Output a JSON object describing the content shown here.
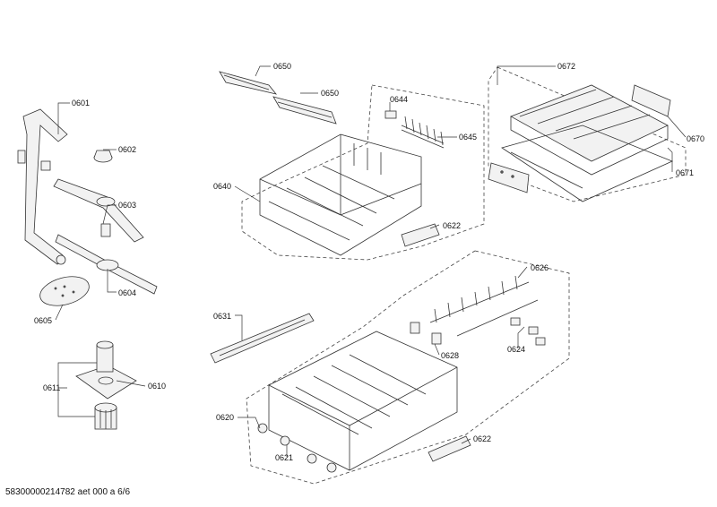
{
  "footer_text": "58300000214782 aet 000 a 6/6",
  "labels": {
    "p0601": "0601",
    "p0602": "0602",
    "p0603": "0603",
    "p0604": "0604",
    "p0605": "0605",
    "p0610": "0610",
    "p0611": "0611",
    "p0640": "0640",
    "p0644": "0644",
    "p0645": "0645",
    "p0650a": "0650",
    "p0650b": "0650",
    "p0622a": "0622",
    "p0672": "0672",
    "p0670": "0670",
    "p0671": "0671",
    "p0626": "0626",
    "p0624": "0624",
    "p0628": "0628",
    "p0631": "0631",
    "p0620": "0620",
    "p0621": "0621",
    "p0622b": "0622"
  }
}
